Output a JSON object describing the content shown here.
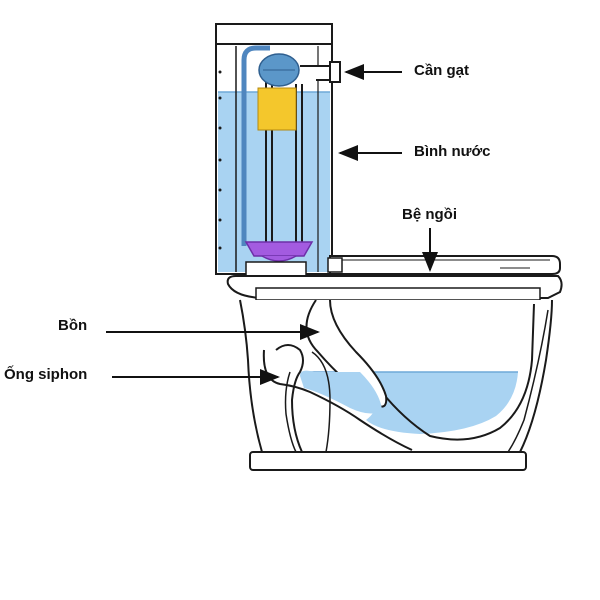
{
  "labels": {
    "lever": "Cần gạt",
    "tank": "Bình nước",
    "seat": "Bệ ngồi",
    "bowl": "Bồn",
    "siphon": "Ống siphon"
  },
  "colors": {
    "outline": "#1a1a1a",
    "water": "#a9d3f2",
    "water_edge": "#6fa9d8",
    "float_ball": "#5b97c9",
    "yellow_float": "#f4c72c",
    "flush_valve": "#a35be0",
    "arrow": "#111111"
  }
}
